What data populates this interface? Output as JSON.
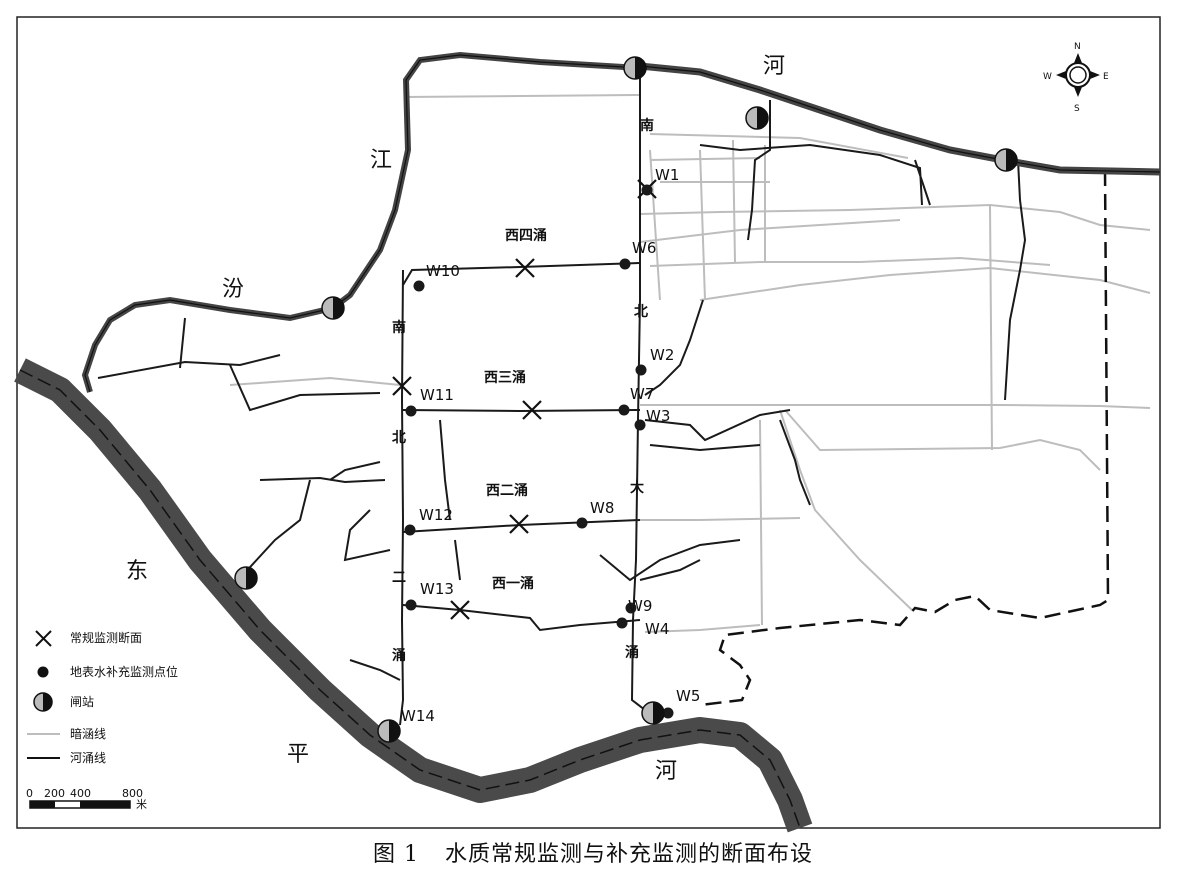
{
  "map": {
    "rivers": {
      "north_left": "江",
      "fen": "汾",
      "north_right": "河",
      "east": "东",
      "ping": "平",
      "south_right": "河"
    },
    "canals": {
      "nanbei_main": [
        "南",
        "北",
        "大",
        "涌"
      ],
      "nanbei_er": [
        "南",
        "北",
        "二",
        "涌"
      ],
      "xi4": "西四涌",
      "xi3": "西三涌",
      "xi2": "西二涌",
      "xi1": "西一涌"
    },
    "stations": {
      "W1": "W1",
      "W2": "W2",
      "W3": "W3",
      "W4": "W4",
      "W5": "W5",
      "W6": "W6",
      "W7": "W7",
      "W8": "W8",
      "W9": "W9",
      "W10": "W10",
      "W11": "W11",
      "W12": "W12",
      "W13": "W13",
      "W14": "W14"
    },
    "compass": {
      "n": "N",
      "s": "S",
      "e": "E",
      "w": "W"
    },
    "legend": {
      "monitor_section": "常规监测断面",
      "supplement_point": "地表水补充监测点位",
      "sluice": "闸站",
      "culvert": "暗涵线",
      "canal_line": "河涌线"
    },
    "scale_bar": {
      "ticks": [
        "0",
        "200",
        "400",
        "800"
      ],
      "unit": "米"
    }
  },
  "caption": {
    "number": "图 1",
    "text": "水质常规监测与补充监测的断面布设"
  }
}
